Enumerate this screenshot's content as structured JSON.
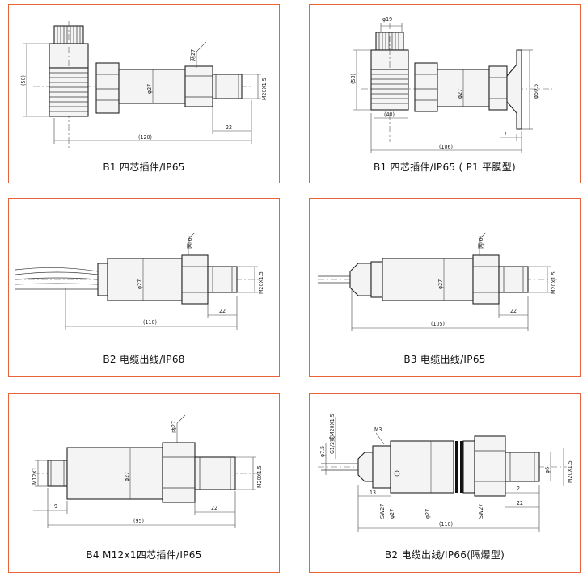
{
  "panels": [
    {
      "caption": "B1 四芯插件/IP65",
      "dims": {
        "height": "(50)",
        "hex": "两​27",
        "d": "φ27",
        "thread": "M20X1.5",
        "len": "(120)",
        "thread_len": "22"
      }
    },
    {
      "caption": "B1 四芯插件/IP65 ( P1 平膜型)",
      "dims": {
        "top": "φ19",
        "height": "(58)",
        "d": "φ27",
        "flange": "φ50.5",
        "w": "(40)",
        "len": "(106)",
        "step": "7"
      }
    },
    {
      "caption": "B2 电缆出线/IP68",
      "dims": {
        "hex": "两(6)",
        "d": "φ27",
        "thread": "M20X1.5",
        "len": "(110)",
        "thread_len": "22"
      }
    },
    {
      "caption": "B3 电缆出线/IP65",
      "dims": {
        "hex": "两(6)",
        "d": "φ27",
        "thread": "M20X1.5",
        "len": "(105)",
        "thread_len": "22"
      }
    },
    {
      "caption": "B4 M12x1四芯插件/IP65",
      "dims": {
        "hex": "两27",
        "plug": "M12X1",
        "d": "φ27",
        "thread": "M20X1.5",
        "left": "9",
        "len": "(95)",
        "thread_len": "22"
      }
    },
    {
      "caption": "B2 电缆出线/IP66(隔爆型)",
      "dims": {
        "cable": "φ7.5",
        "g": "G1/2或M20X1.5",
        "m3": "M3",
        "d1": "φ27",
        "d2": "φ27",
        "s1": "SW27",
        "s2": "SW27",
        "t13": "13",
        "h": "φ6",
        "thread": "M20X1.5",
        "two": "2",
        "thread_len": "22",
        "len": "(110)"
      }
    }
  ]
}
